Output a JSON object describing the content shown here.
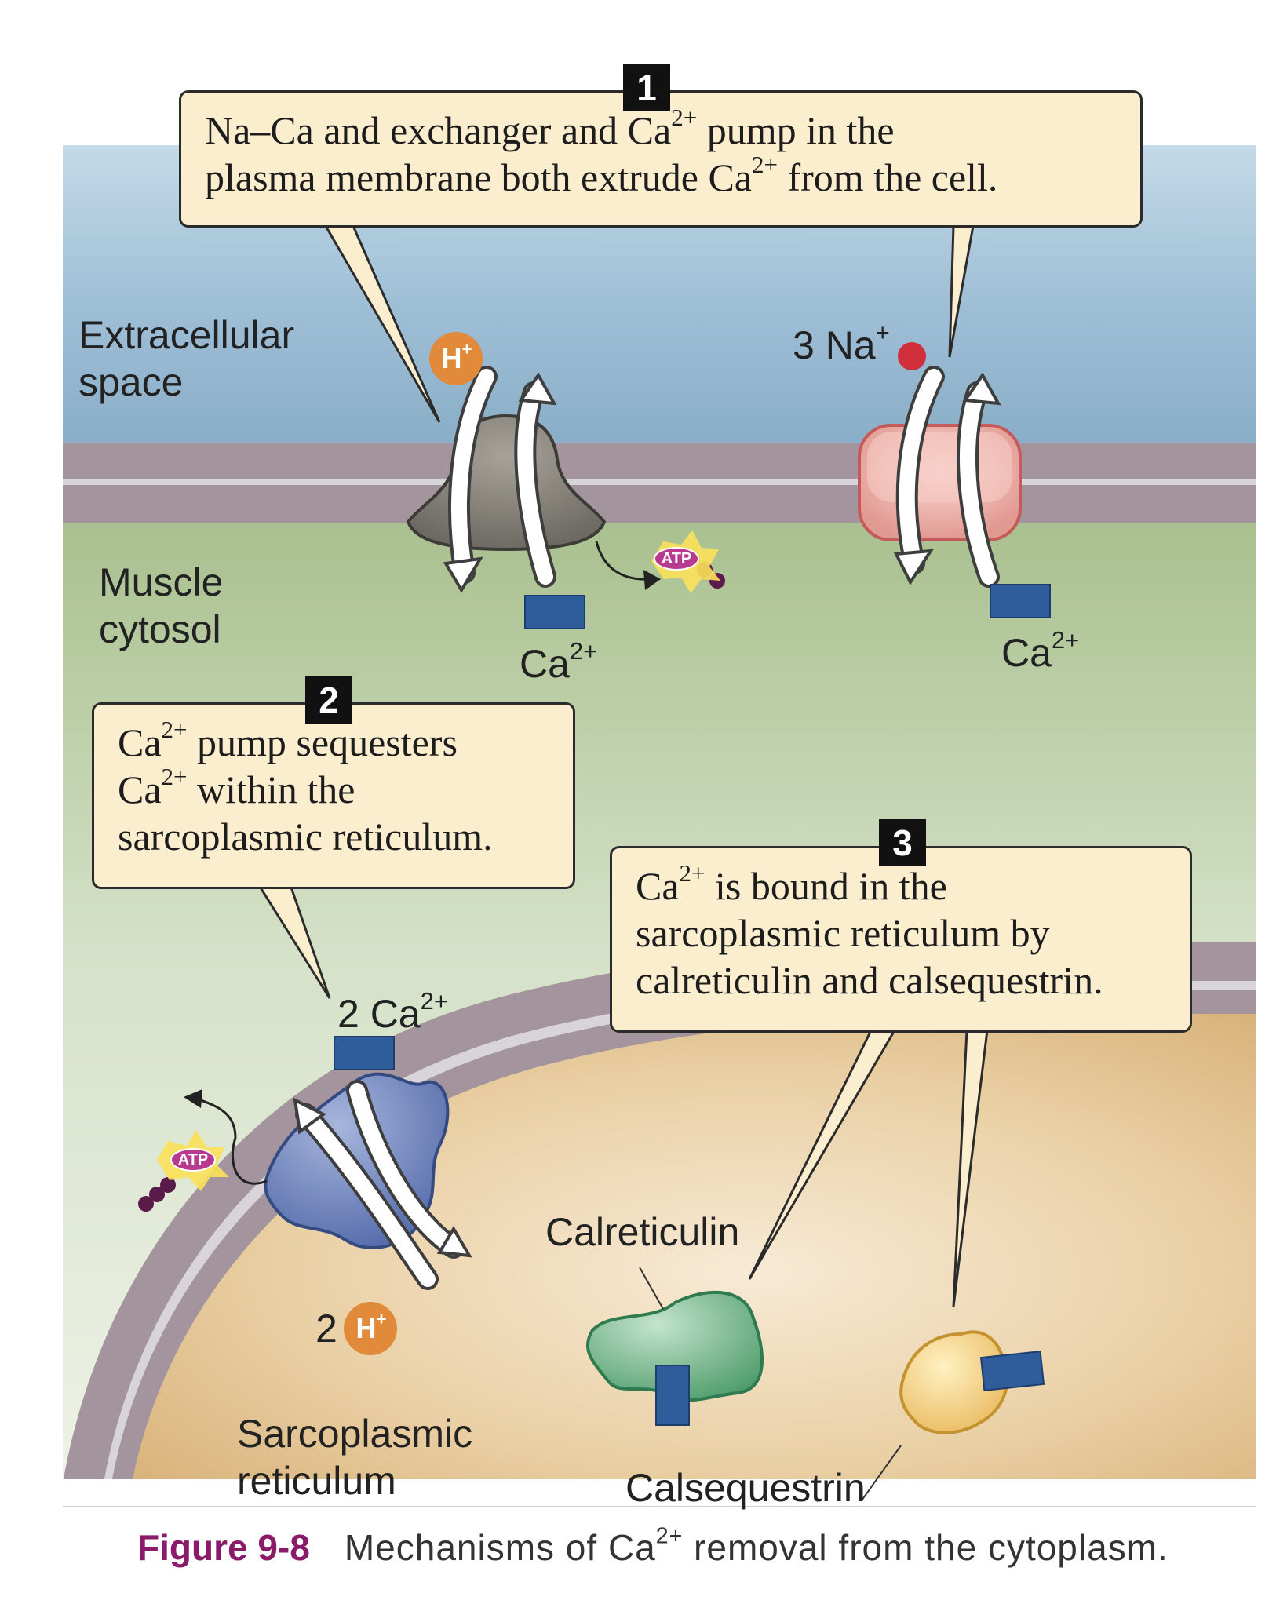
{
  "callouts": {
    "c1": {
      "badge": "1",
      "line1_a": "Na–Ca and  exchanger and Ca",
      "line1_sup": "2+",
      "line1_b": " pump in the",
      "line2_a": "plasma membrane both extrude  Ca",
      "line2_sup": "2+",
      "line2_b": " from the cell."
    },
    "c2": {
      "badge": "2",
      "line1_a": "Ca",
      "line1_sup": "2+",
      "line1_b": " pump  sequesters",
      "line2_a": "Ca",
      "line2_sup": "2+",
      "line2_b": " within the",
      "line3": "sarcoplasmic reticulum."
    },
    "c3": {
      "badge": "3",
      "line1_a": "Ca",
      "line1_sup": "2+",
      "line1_b": " is bound in the",
      "line2": "sarcoplasmic reticulum by",
      "line3": "calreticulin and calsequestrin."
    }
  },
  "regions": {
    "extracellular_1": "Extracellular",
    "extracellular_2": "space",
    "cytosol_1": "Muscle",
    "cytosol_2": "cytosol",
    "sr_1": "Sarcoplasmic",
    "sr_2": "reticulum"
  },
  "ions": {
    "h": "H",
    "h_sup": "+",
    "h_count": "2",
    "na": "3 Na",
    "na_sup": "+",
    "ca": "Ca",
    "ca_sup": "2+",
    "ca2": "2 Ca",
    "atp": "ATP"
  },
  "proteins": {
    "calreticulin": "Calreticulin",
    "calsequestrin": "Calsequestrin"
  },
  "caption": {
    "figure": "Figure 9-8",
    "text_a": "Mechanisms of Ca",
    "text_sup": "2+",
    "text_b": " removal from the cytoplasm."
  },
  "colors": {
    "extracellular": "#b9d3e3",
    "membrane": "#a3949e",
    "cytosol": "#b4c8a2",
    "sr_lumen": "#e3c08e",
    "ca_ion": "#2f5d9c",
    "h_ion": "#e08a3a",
    "na_ion": "#d0303c",
    "caption_accent": "#8a1a6a"
  }
}
